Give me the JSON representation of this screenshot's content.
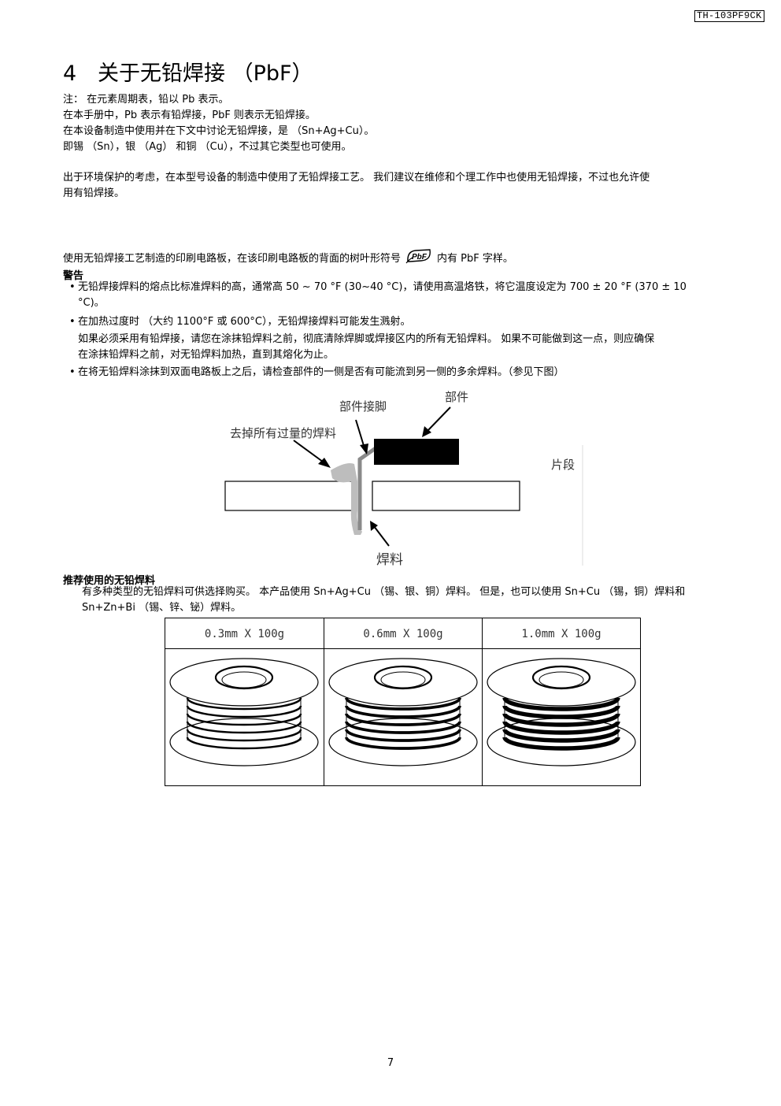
{
  "header": {
    "model": "TH-103PF9CK"
  },
  "section": {
    "number": "4",
    "title": "关于无铅焊接 （PbF）"
  },
  "notes": [
    "注： 在元素周期表，铅以 Pb 表示。",
    "在本手册中，Pb 表示有铅焊接，PbF 则表示无铅焊接。",
    "在本设备制造中使用并在下文中讨论无铅焊接，是 （Sn+Ag+Cu）。",
    "即锡 （Sn），银 （Ag） 和铜 （Cu），不过其它类型也可使用。"
  ],
  "env_para": [
    "出于环境保护的考虑，在本型号设备的制造中使用了无铅焊接工艺。 我们建议在维修和个理工作中也使用无铅焊接，不过也允许使",
    "用有铅焊接。"
  ],
  "pcb_note": {
    "before": "使用无铅焊接工艺制造的印刷电路板，在该印刷电路板的背面的树叶形符号",
    "after": "内有 PbF 字样。",
    "icon_text": "PbF"
  },
  "warning": {
    "title": "警告",
    "bullet1": [
      "无铅焊接焊料的熔点比标准焊料的高，通常高 50 ~ 70 °F (30~40 °C)，请使用高温烙铁，将它温度设定为 700 ± 20 °F (370 ± 10",
      "°C)。"
    ],
    "bullet2": "在加热过度时 （大约 1100°F 或 600°C），无铅焊接焊料可能发生溅射。",
    "bullet2_cont": [
      "如果必须采用有铅焊接，请您在涂抹铅焊料之前，彻底清除焊脚或焊接区内的所有无铅焊料。 如果不可能做到这一点，则应确保",
      "在涂抹铅焊料之前，对无铅焊料加热，直到其熔化为止。"
    ],
    "bullet3": "在将无铅焊料涂抹到双面电路板上之后，请检查部件的一侧是否有可能流到另一侧的多余焊料。（参见下图）",
    "bullet_symbol": "•"
  },
  "diagram": {
    "label_part": "部件",
    "label_lead": "部件接脚",
    "label_excess": "去掉所有过量的焊料",
    "label_pattern": "片段",
    "label_solder": "焊料"
  },
  "recommended": {
    "title": "推荐使用的无铅焊料",
    "text": [
      "有多种类型的无铅焊料可供选择购买。 本产品使用 Sn+Ag+Cu （锡、银、铜）焊料。 但是，也可以使用 Sn+Cu （锡，铜）焊料和",
      "Sn+Zn+Bi （锡、锌、铋）焊料。"
    ]
  },
  "spools": [
    {
      "label": "0.3mm X 100g",
      "wire_gauge": 0.3
    },
    {
      "label": "0.6mm X 100g",
      "wire_gauge": 0.6
    },
    {
      "label": "1.0mm X 100g",
      "wire_gauge": 1.0
    }
  ],
  "footer": {
    "page": "7"
  }
}
